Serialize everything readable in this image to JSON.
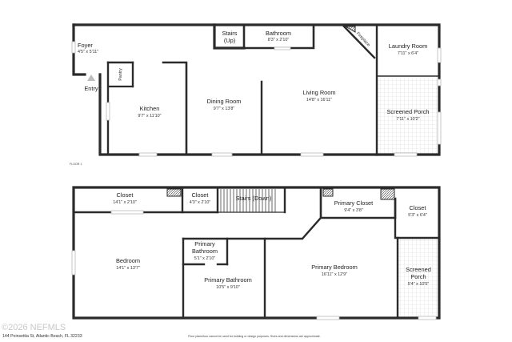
{
  "floor1": {
    "label": "FLOOR 1",
    "rooms": {
      "foyer": {
        "name": "Foyer",
        "dims": "4'5\" x 5'11\""
      },
      "entry": {
        "name": "Entry"
      },
      "pantry": {
        "name": "Pantry"
      },
      "kitchen": {
        "name": "Kitchen",
        "dims": "9'7\" x 11'10\""
      },
      "stairs_up": {
        "name": "Stairs",
        "sub": "(Up)"
      },
      "bathroom": {
        "name": "Bathroom",
        "dims": "8'3\" x 2'10\""
      },
      "fireplace": {
        "name": "Fireplace"
      },
      "dining": {
        "name": "Dining Room",
        "dims": "9'7\" x 13'8\""
      },
      "living": {
        "name": "Living Room",
        "dims": "14'8\" x 16'11\""
      },
      "laundry": {
        "name": "Laundry Room",
        "dims": "7'11\" x 6'4\""
      },
      "porch": {
        "name": "Screened Porch",
        "dims": "7'11\" x 10'2\""
      }
    }
  },
  "floor2": {
    "rooms": {
      "closet1": {
        "name": "Closet",
        "dims": "14'1\" x 2'10\""
      },
      "closet2": {
        "name": "Closet",
        "dims": "4'3\" x 2'10\""
      },
      "stairs_down": {
        "name": "Stairs (Down)"
      },
      "primary_closet": {
        "name": "Primary Closet",
        "dims": "9'4\" x 3'8\""
      },
      "closet3": {
        "name": "Closet",
        "dims": "5'3\" x 6'4\""
      },
      "bedroom": {
        "name": "Bedroom",
        "dims": "14'1\" x 13'7\""
      },
      "primary_bath_small": {
        "line1": "Primary",
        "line2": "Bathroom",
        "dims": "5'1\" x 2'10\""
      },
      "primary_bath": {
        "name": "Primary Bathroom",
        "dims": "10'5\" x 9'10\""
      },
      "primary_bedroom": {
        "name": "Primary Bedroom",
        "dims": "16'11\" x 12'9\""
      },
      "porch2": {
        "line1": "Screened",
        "line2": "Porch",
        "dims": "5'4\" x 10'5\""
      }
    }
  },
  "footer": {
    "address": "144 Poinsettia St, Atlantic Beach, FL 32233",
    "disclaimer": "Floor plans/tour cannot be used for building or design purposes. Sizes and dimensions are approximate.",
    "watermark": "©2026 NEFMLS"
  },
  "colors": {
    "wall": "#2b2b2b",
    "window": "#b9b9b9",
    "tile": "#d8d8d8",
    "background": "#ffffff"
  }
}
